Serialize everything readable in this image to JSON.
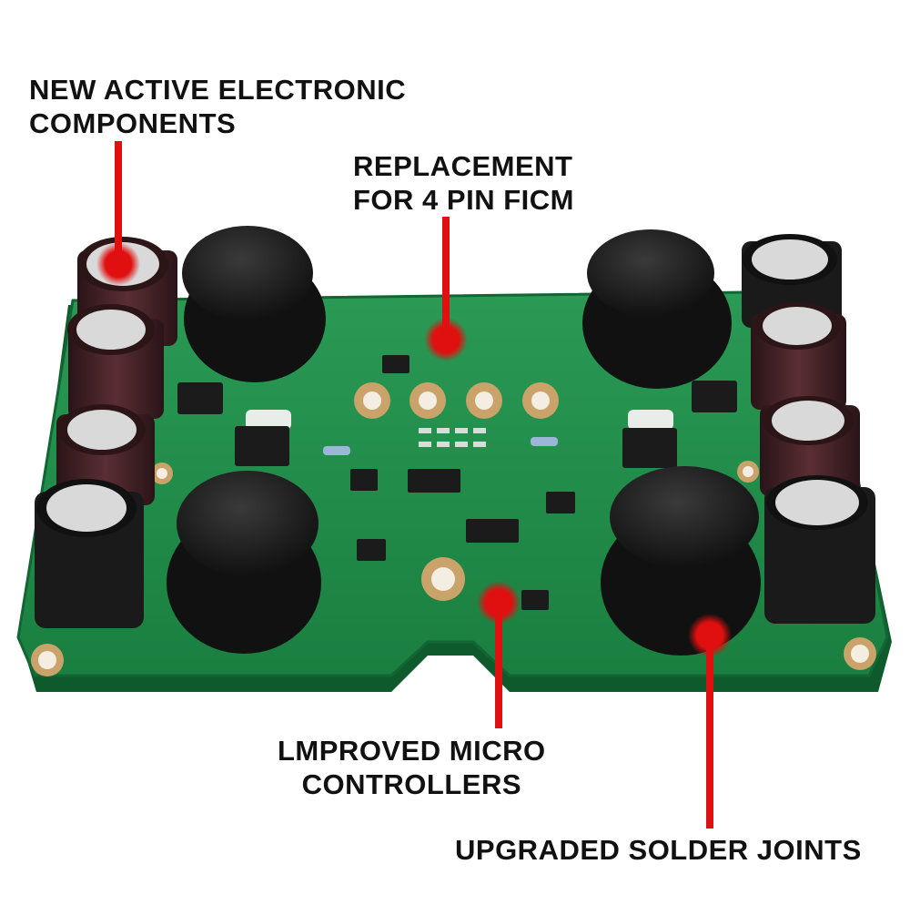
{
  "image": {
    "subject": "fuel-injection-control-module-board",
    "colors": {
      "board": "#1f8f4a",
      "board_dark": "#167038",
      "accent": "#e01010",
      "text": "#111111",
      "capacitor_body": "#3a1e22",
      "inductor": "#1b1b1b",
      "copper_pad": "#c9a36a"
    }
  },
  "callouts": [
    {
      "id": "active-components",
      "lines": [
        "NEW ACTIVE ELECTRONIC",
        "COMPONENTS"
      ]
    },
    {
      "id": "replacement",
      "lines": [
        "REPLACEMENT",
        "FOR 4 PIN FICM"
      ]
    },
    {
      "id": "micro-controllers",
      "lines": [
        "LMPROVED MICRO",
        "CONTROLLERS"
      ]
    },
    {
      "id": "solder-joints",
      "lines": [
        "UPGRADED SOLDER JOINTS"
      ]
    }
  ]
}
